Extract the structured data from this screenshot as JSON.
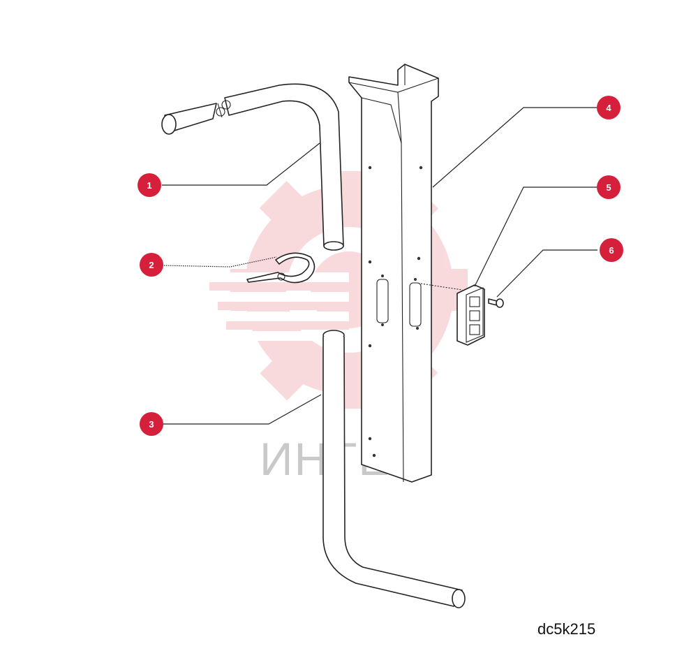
{
  "watermark": {
    "text": "ИНТЕХ",
    "color": "#e85a66"
  },
  "callout_color": "#d61f3a",
  "callouts": [
    {
      "id": "1",
      "label": "1"
    },
    {
      "id": "2",
      "label": "2"
    },
    {
      "id": "3",
      "label": "3"
    },
    {
      "id": "4",
      "label": "4"
    },
    {
      "id": "5",
      "label": "5"
    },
    {
      "id": "6",
      "label": "6"
    }
  ],
  "drawing_code": "dc5k215"
}
